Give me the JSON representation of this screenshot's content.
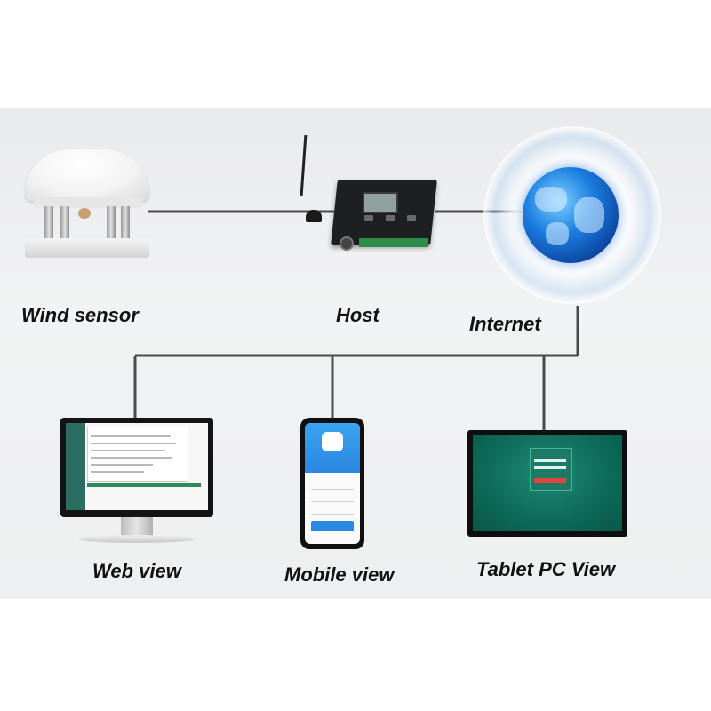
{
  "labels": {
    "wind_sensor": "Wind sensor",
    "host": "Host",
    "internet": "Internet",
    "web_view": "Web view",
    "mobile_view": "Mobile view",
    "tablet_view": "Tablet PC View"
  },
  "colors": {
    "connector_line": "#4a4a4a",
    "background_panel": "#eceded",
    "globe_blue": "#1a7ee0",
    "tablet_screen": "#0d6a58",
    "phone_header": "#2b88e0"
  },
  "icons": {
    "wind_sensor": "ultrasonic-wind-sensor-icon",
    "host": "data-logger-host-icon",
    "internet": "globe-icon",
    "web": "desktop-monitor-icon",
    "mobile": "smartphone-icon",
    "tablet": "tablet-icon"
  }
}
